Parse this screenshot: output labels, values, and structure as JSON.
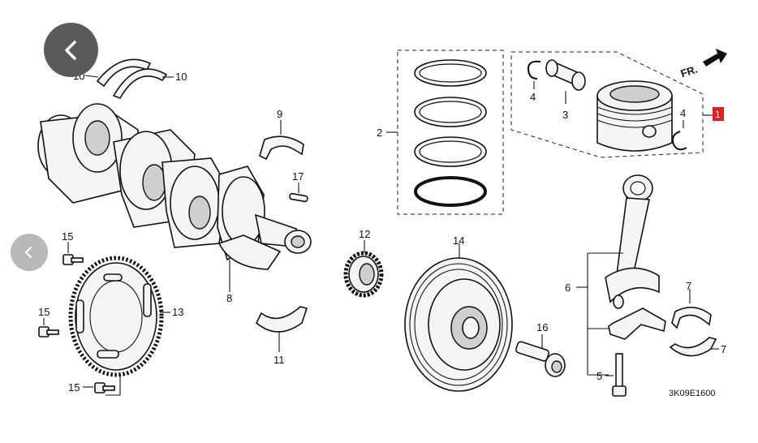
{
  "diagram": {
    "labels": {
      "crank_bearing_upper_a": "10",
      "crank_bearing_upper_b": "10",
      "conrod_bearing_9": "9",
      "pin_17": "17",
      "crankshaft": "8",
      "bearing_11": "11",
      "bolt_15_top": "15",
      "bolt_15_mid": "15",
      "bolt_15_bottom": "15",
      "plate_13": "13",
      "sprocket_12": "12",
      "pulley_14": "14",
      "pulley_bolt_16": "16",
      "ring_set": "2",
      "clip_4_left": "4",
      "piston_pin": "3",
      "clip_4_right": "4",
      "piston_assy": "1",
      "connecting_rod": "6",
      "conrod_bearing_upper": "7",
      "conrod_bearing_lower": "7",
      "conrod_bolt": "5"
    },
    "front_indicator": "FR.",
    "drawing_code": "3K09E1600",
    "colors": {
      "highlight": "#e02020",
      "nav_dark": "#5a5a5a",
      "nav_light": "#b9b9b9"
    }
  },
  "nav": {
    "back_icon": "chevron-left-icon",
    "prev_icon": "chevron-left-icon"
  }
}
